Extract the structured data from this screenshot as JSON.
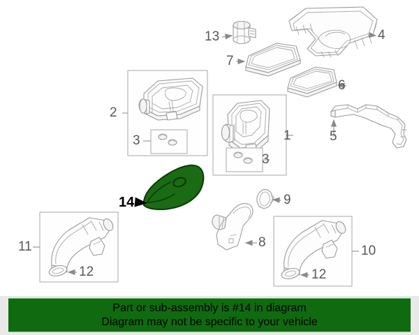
{
  "diagram": {
    "title": "Air cleaner / intake assembly exploded parts diagram",
    "highlighted_part_number": "14",
    "highlight_color": "#1a6b14",
    "line_color": "#9a9a9c",
    "label_color": "#58585a",
    "box_border_color": "#b6b6b8",
    "callouts": [
      {
        "id": "callout-1",
        "label": "1",
        "part": "air-cleaner-housing-assembly"
      },
      {
        "id": "callout-2",
        "label": "2",
        "part": "air-cleaner-housing-assembly-alt"
      },
      {
        "id": "callout-3a",
        "label": "3",
        "part": "air-cleaner-mounting-screws"
      },
      {
        "id": "callout-3b",
        "label": "3",
        "part": "air-cleaner-mounting-screws"
      },
      {
        "id": "callout-4",
        "label": "4",
        "part": "air-cleaner-cover"
      },
      {
        "id": "callout-5",
        "label": "5",
        "part": "air-intake-hose"
      },
      {
        "id": "callout-6",
        "label": "6",
        "part": "air-filter-element"
      },
      {
        "id": "callout-7",
        "label": "7",
        "part": "air-filter-element-alt"
      },
      {
        "id": "callout-8",
        "label": "8",
        "part": "resonator-elbow"
      },
      {
        "id": "callout-9",
        "label": "9",
        "part": "seal-ring"
      },
      {
        "id": "callout-10",
        "label": "10",
        "part": "air-inlet-duct"
      },
      {
        "id": "callout-11",
        "label": "11",
        "part": "air-inlet-duct-alt"
      },
      {
        "id": "callout-12a",
        "label": "12",
        "part": "duct-gasket"
      },
      {
        "id": "callout-12b",
        "label": "12",
        "part": "duct-gasket"
      },
      {
        "id": "callout-13",
        "label": "13",
        "part": "air-mass-sensor"
      },
      {
        "id": "callout-14",
        "label": "14",
        "part": "air-intake-resonator"
      }
    ]
  },
  "footer": {
    "line1": "Part or sub-assembly is #14 in diagram",
    "line2": "Diagram may not be specific to your vehicle",
    "background_color": "#106a10",
    "text_color": "#000000"
  }
}
